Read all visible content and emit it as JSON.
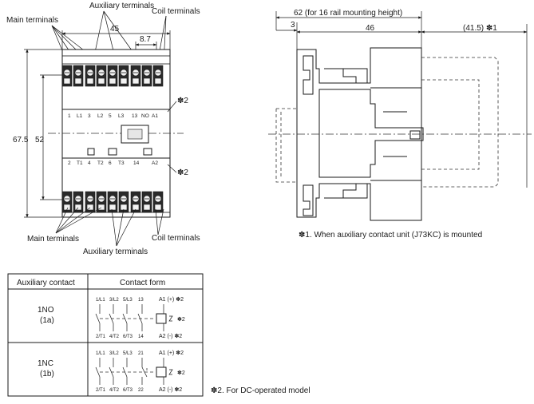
{
  "front_view": {
    "label_aux_top": "Auxiliary terminals",
    "label_main_top": "Main terminals",
    "label_coil_top": "Coil terminals",
    "label_main_bottom": "Main terminals",
    "label_aux_bottom": "Auxiliary terminals",
    "label_coil_bottom": "Coil terminals",
    "dim_width": "45",
    "dim_pitch": "8.7",
    "dim_height_outer": "67.5",
    "dim_height_inner": "52",
    "note_mark": "✽2",
    "top_terminals": [
      "1",
      "L1",
      "3",
      "L2",
      "5",
      "L3",
      "13",
      "NO",
      "A1"
    ],
    "bottom_terminals": [
      "2",
      "T1",
      "4",
      "T2",
      "6",
      "T3",
      "14",
      "A2"
    ]
  },
  "side_view": {
    "dim_total": "62 (for 16 rail mounting height)",
    "dim_offset": "3",
    "dim_body": "46",
    "dim_aux": "(41.5) ✽1"
  },
  "notes": {
    "note1": "✽1. When auxiliary contact unit (J73KC) is mounted",
    "note2": "✽2. For DC-operated model"
  },
  "table": {
    "header_left": "Auxiliary contact",
    "header_right": "Contact form",
    "rows": [
      {
        "name": "1NO",
        "sub": "(1a)",
        "top_labels": [
          "1/L1",
          "3/L2",
          "5/L3",
          "13"
        ],
        "bottom_labels": [
          "2/T1",
          "4/T2",
          "6/T3",
          "14"
        ],
        "coil_top": "A1 (+) ✽2",
        "coil_mid": "✽2",
        "coil_bottom": "A2 (-) ✽2"
      },
      {
        "name": "1NC",
        "sub": "(1b)",
        "top_labels": [
          "1/L1",
          "3/L2",
          "5/L3",
          "21"
        ],
        "bottom_labels": [
          "2/T1",
          "4/T2",
          "6/T3",
          "22"
        ],
        "coil_top": "A1 (+) ✽2",
        "coil_mid": "✽2",
        "coil_bottom": "A2 (-) ✽2"
      }
    ]
  }
}
